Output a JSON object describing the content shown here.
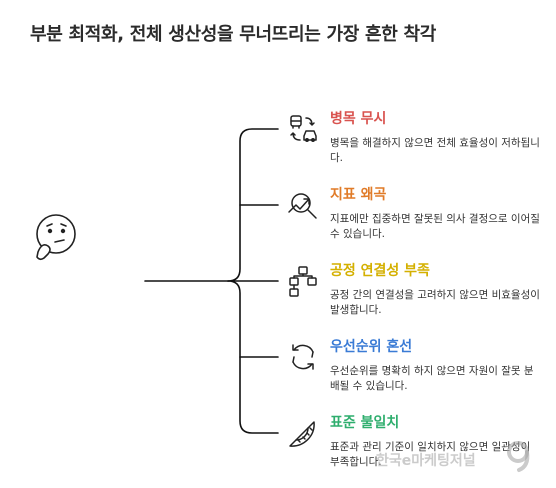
{
  "title": "부분 최적화, 전체 생산성을 무너뜨리는 가장 흔한 착각",
  "colors": {
    "bottleneck": "#d9534f",
    "metric": "#e07b28",
    "process": "#d4b000",
    "priority": "#3a7bd5",
    "standard": "#2fae6e",
    "line": "#111111"
  },
  "branches": [
    {
      "label": "병목 무시",
      "desc": "병목을 해결하지 않으면 전체 효율성이 저하됩니다.",
      "icon": "transport-swap-icon"
    },
    {
      "label": "지표 왜곡",
      "desc": "지표에만 집중하면 잘못된 의사 결정으로 이어질 수 있습니다.",
      "icon": "trend-magnifier-icon"
    },
    {
      "label": "공정 연결성 부족",
      "desc": "공정 간의 연결성을 고려하지 않으면 비효율성이 발생합니다.",
      "icon": "flowchart-icon"
    },
    {
      "label": "우선순위 혼선",
      "desc": "우선순위를 명확히 하지 않으면 자원이 잘못 분배될 수 있습니다.",
      "icon": "cycle-arrows-icon"
    },
    {
      "label": "표준 불일치",
      "desc": "표준과 관리 기준이 일치하지 않으면 일관성이 부족합니다.",
      "icon": "protractor-icon"
    }
  ],
  "watermark": "한국e마케팅저널"
}
